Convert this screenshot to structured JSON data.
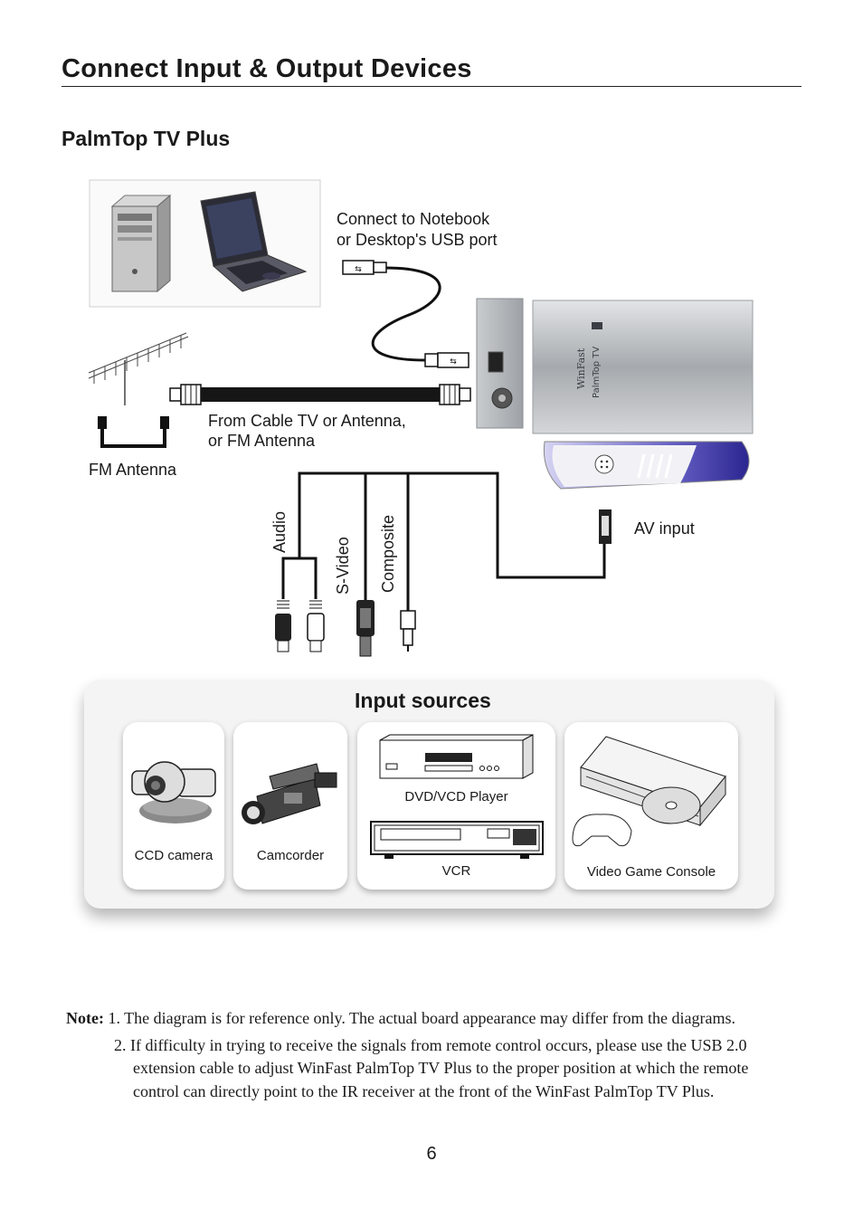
{
  "page": {
    "title": "Connect Input & Output Devices",
    "section": "PalmTop TV Plus",
    "page_number": "6"
  },
  "diagram": {
    "usb_label_line1": "Connect to Notebook",
    "usb_label_line2": "or Desktop's USB port",
    "antenna_label_line1": "From Cable TV or Antenna,",
    "antenna_label_line2": "or FM Antenna",
    "fm_antenna_label": "FM Antenna",
    "av_input_label": "AV input",
    "cable_audio": "Audio",
    "cable_svideo": "S-Video",
    "cable_composite": "Composite"
  },
  "input_sources": {
    "title": "Input sources",
    "items": [
      {
        "label": "CCD camera"
      },
      {
        "label": "Camcorder"
      },
      {
        "label": "DVD/VCD Player"
      },
      {
        "label": "VCR"
      },
      {
        "label": "Video Game Console"
      }
    ]
  },
  "notes": {
    "prefix": "Note:",
    "note1_num": "1.",
    "note1_text": "The diagram is for reference only. The actual board appearance may differ from the diagrams.",
    "note2_line1": "2. If difficulty in trying to receive the signals from remote control occurs, please  use the USB 2.0",
    "note2_line2": "extension cable to adjust WinFast PalmTop TV Plus to the proper position at which the remote",
    "note2_line3": "control can directly point to the IR receiver at the front of the WinFast PalmTop TV Plus."
  }
}
